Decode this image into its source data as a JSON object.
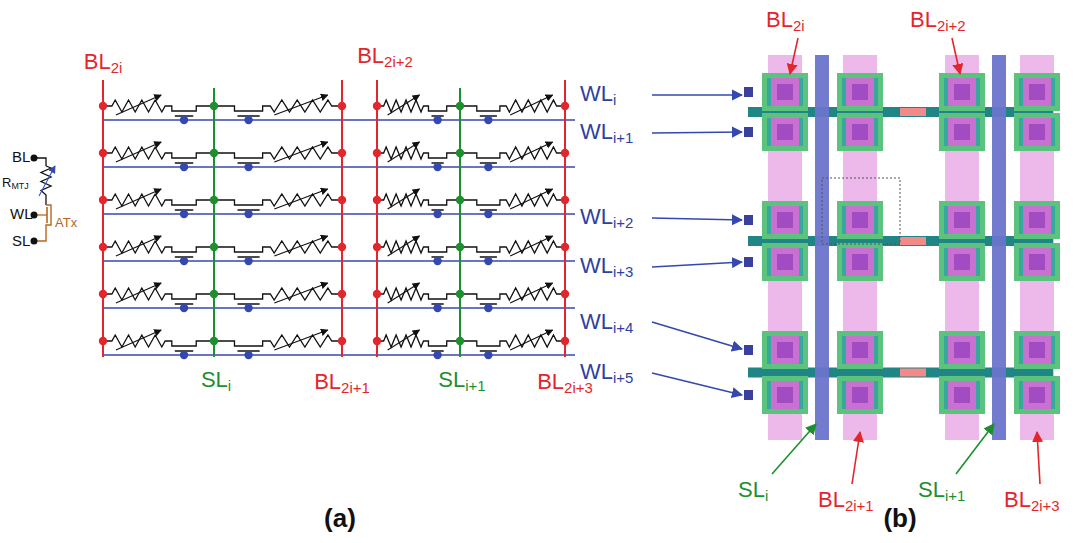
{
  "diagram": {
    "labels": [
      "BL",
      "RMTJ",
      "WL",
      "ATx",
      "SL",
      "BL2i",
      "BL2i+2",
      "SLi",
      "BL2i+1",
      "SLi+1",
      "BL2i+3",
      "WLi",
      "WLi+1",
      "WLi+2",
      "WLi+3",
      "WLi+4",
      "WLi+5",
      "BL2i",
      "BL2i+2",
      "SLi",
      "BL2i+1",
      "SLi+1",
      "BL2i+3",
      "(a)",
      "(b)"
    ]
  }
}
